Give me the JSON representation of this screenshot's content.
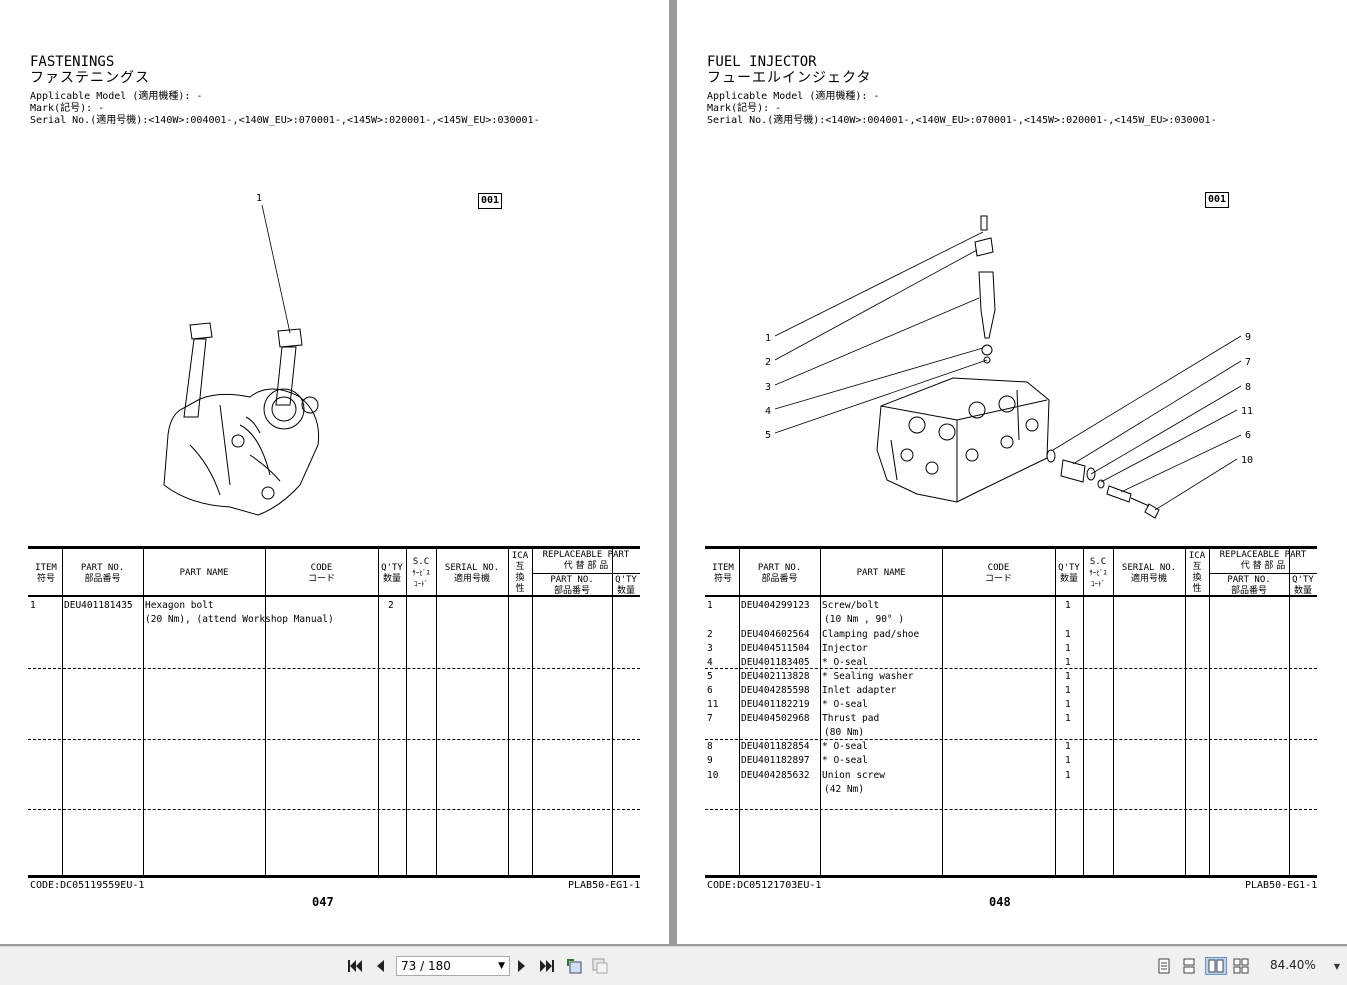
{
  "left": {
    "title_en": "FASTENINGS",
    "title_jp": "ファステニングス",
    "applicable_model": "Applicable Model (適用機種): -",
    "mark": "Mark(記号): -",
    "serial": "Serial No.(適用号機):<140W>:004001-,<140W_EU>:070001-,<145W>:020001-,<145W_EU>:030001-",
    "figure_id": "001",
    "callouts": [
      "1"
    ],
    "rows": [
      {
        "item": "1",
        "part_no": "DEU401181435",
        "name": "Hexagon bolt",
        "qty": "2",
        "note": "(20 Nm), (attend Workshop Manual)"
      }
    ],
    "code": "CODE:DC05119559EU-1",
    "plab": "PLAB50-EG1-1",
    "page_number": "047"
  },
  "right": {
    "title_en": "FUEL INJECTOR",
    "title_jp": "フューエルインジェクタ",
    "applicable_model": "Applicable Model (適用機種): -",
    "mark": "Mark(記号): -",
    "serial": "Serial No.(適用号機):<140W>:004001-,<140W_EU>:070001-,<145W>:020001-,<145W_EU>:030001-",
    "figure_id": "001",
    "callouts_left": [
      "1",
      "2",
      "3",
      "4",
      "5"
    ],
    "callouts_right": [
      "9",
      "7",
      "8",
      "11",
      "6",
      "10"
    ],
    "rows": [
      {
        "item": "1",
        "part_no": "DEU404299123",
        "name": "Screw/bolt",
        "qty": "1",
        "note": "(10 Nm , 90° )"
      },
      {
        "item": "2",
        "part_no": "DEU404602564",
        "name": "Clamping pad/shoe",
        "qty": "1",
        "note": ""
      },
      {
        "item": "3",
        "part_no": "DEU404511504",
        "name": "Injector",
        "qty": "1",
        "note": ""
      },
      {
        "item": "4",
        "part_no": "DEU401183405",
        "name": "* O-seal",
        "qty": "1",
        "note": ""
      },
      {
        "item": "5",
        "part_no": "DEU402113828",
        "name": "* Sealing washer",
        "qty": "1",
        "note": ""
      },
      {
        "item": "6",
        "part_no": "DEU404285598",
        "name": "Inlet adapter",
        "qty": "1",
        "note": ""
      },
      {
        "item": "11",
        "part_no": "DEU401182219",
        "name": "* O-seal",
        "qty": "1",
        "note": ""
      },
      {
        "item": "7",
        "part_no": "DEU404502968",
        "name": "Thrust pad",
        "qty": "1",
        "note": "(80 Nm)"
      },
      {
        "item": "8",
        "part_no": "DEU401182854",
        "name": "* O-seal",
        "qty": "1",
        "note": ""
      },
      {
        "item": "9",
        "part_no": "DEU401182897",
        "name": "* O-seal",
        "qty": "1",
        "note": ""
      },
      {
        "item": "10",
        "part_no": "DEU404285632",
        "name": "Union screw",
        "qty": "1",
        "note": "(42 Nm)"
      }
    ],
    "code": "CODE:DC05121703EU-1",
    "plab": "PLAB50-EG1-1",
    "page_number": "048"
  },
  "table_headers": {
    "item_en": "ITEM",
    "item_jp": "符号",
    "partno_en": "PART NO.",
    "partno_jp": "部品番号",
    "partname": "PART NAME",
    "code_en": "CODE",
    "code_jp": "コード",
    "qty_en": "Q'TY",
    "qty_jp": "数量",
    "sc_en": "S.C",
    "sc_jp1": "ｻｰﾋﾞｽ",
    "sc_jp2": "ｺｰﾄﾞ",
    "serial_en": "SERIAL NO.",
    "serial_jp": "適用号機",
    "ica": "ICA",
    "ica_jp1": "互",
    "ica_jp2": "換",
    "ica_jp3": "性",
    "repl_en": "REPLACEABLE PART",
    "repl_jp": "代 替 部 品",
    "repl_partno_en": "PART NO.",
    "repl_partno_jp": "部品番号",
    "repl_qty_en": "Q'TY",
    "repl_qty_jp": "数量"
  },
  "toolbar": {
    "page_indicator": "73 / 180",
    "zoom": "84.40%"
  }
}
